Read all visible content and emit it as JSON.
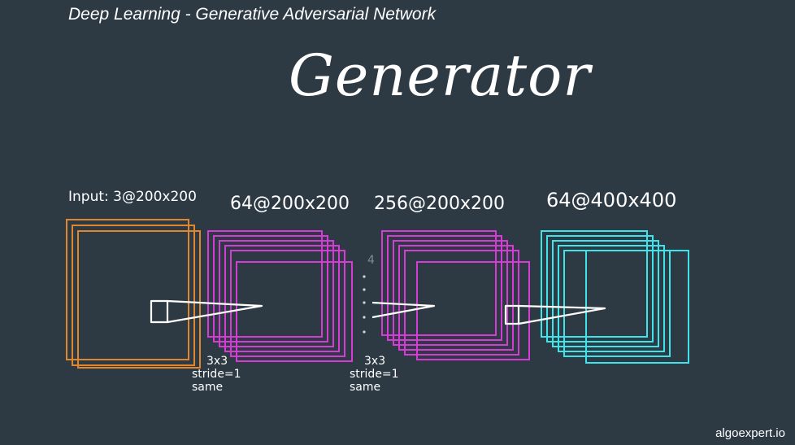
{
  "header": {
    "title": "Deep Learning - Generative Adversarial Network"
  },
  "main_title": "Generator",
  "layers": {
    "input_label": "Input: 3@200x200",
    "layer1_label": "64@200x200",
    "layer2_label": "256@200x200",
    "layer3_label": "64@400x400"
  },
  "conv_notes": [
    {
      "kernel": "3x3",
      "stride": "stride=1",
      "padding": "same"
    },
    {
      "kernel": "3x3",
      "stride": "stride=1",
      "padding": "same"
    }
  ],
  "ellipsis_number": "4",
  "colors": {
    "background": "#2d3a44",
    "input_stack": "#e0872e",
    "layer1_stack": "#d63bd6",
    "layer2_stack": "#d63bd6",
    "layer3_stack": "#3fe3ea",
    "arrows": "#ffffff"
  },
  "footer": {
    "brand": "algoexpert.io"
  }
}
